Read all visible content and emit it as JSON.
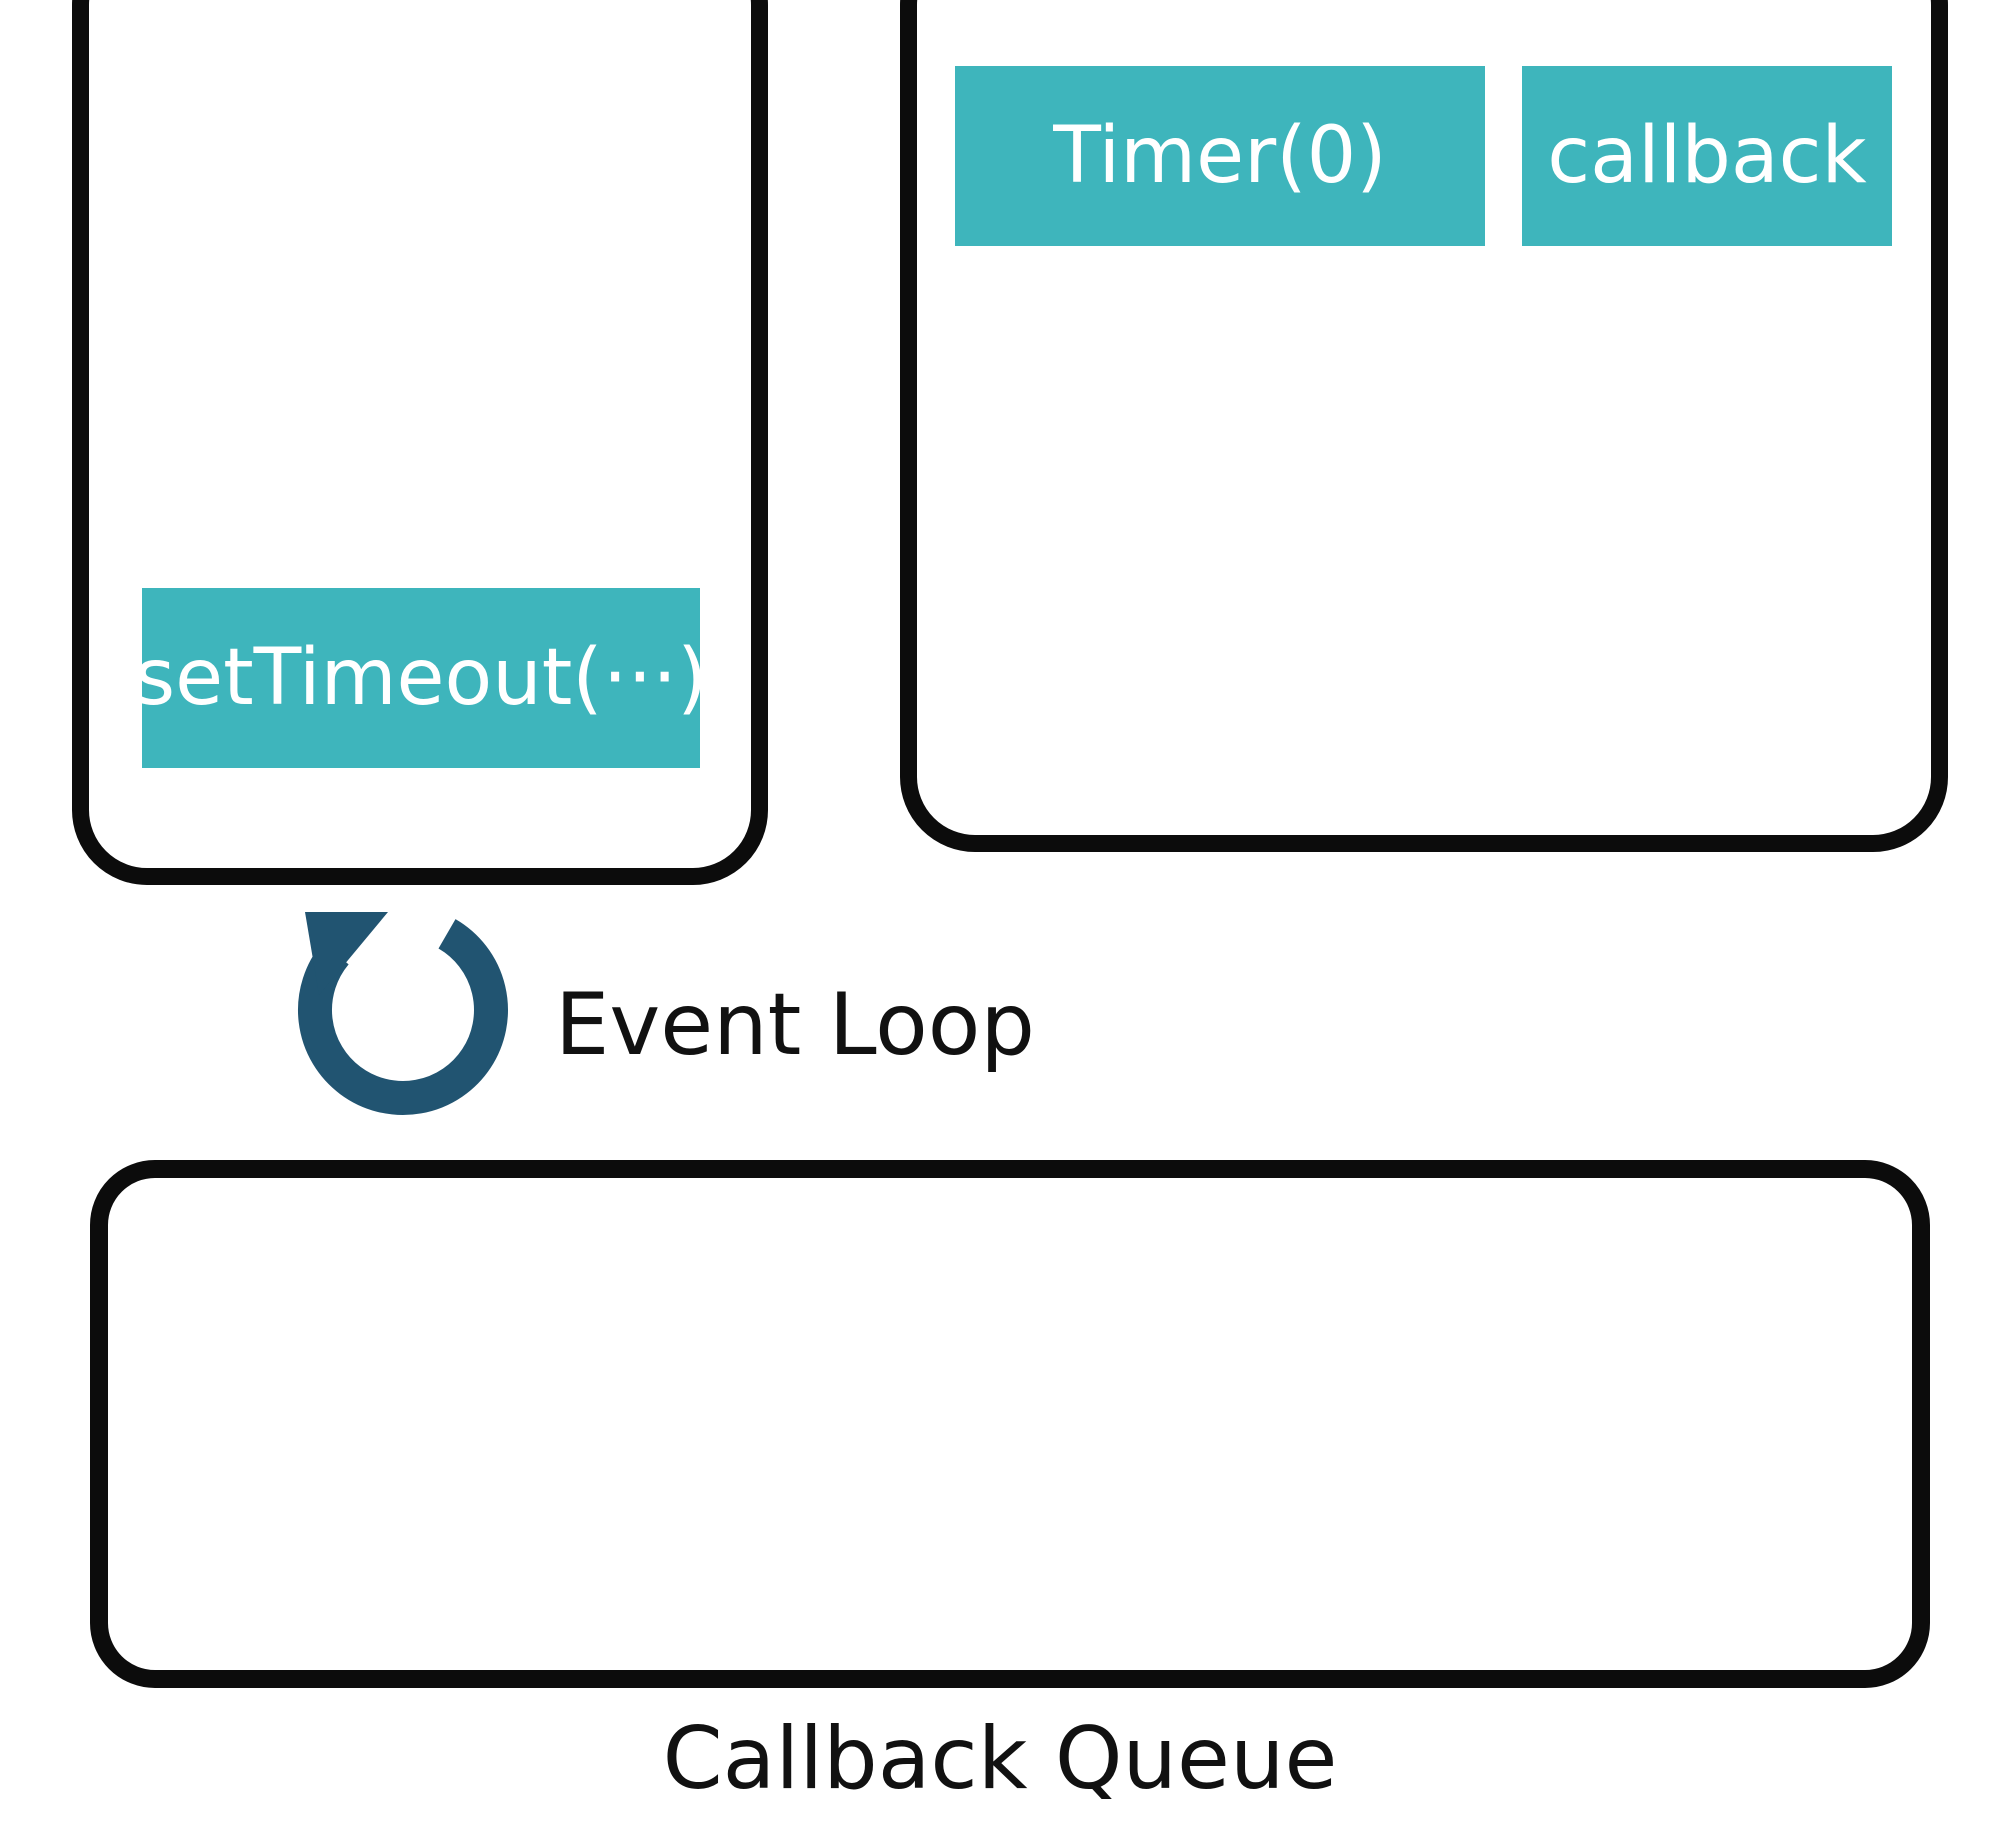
{
  "diagram": {
    "call_stack": {
      "frames": [
        "setTimeout(···)"
      ]
    },
    "web_apis": {
      "items": [
        "Timer(0)",
        "callback"
      ]
    },
    "event_loop": {
      "label": "Event Loop",
      "icon": "circular-arrow-icon"
    },
    "callback_queue": {
      "label": "Callback Queue",
      "items": []
    }
  },
  "colors": {
    "chip_teal": "#3eb5bc",
    "chip_text": "#ffffff",
    "outline_black": "#0c0c0c",
    "loop_arrow_blue": "#215471",
    "label_text": "#111111",
    "background": "#ffffff"
  }
}
